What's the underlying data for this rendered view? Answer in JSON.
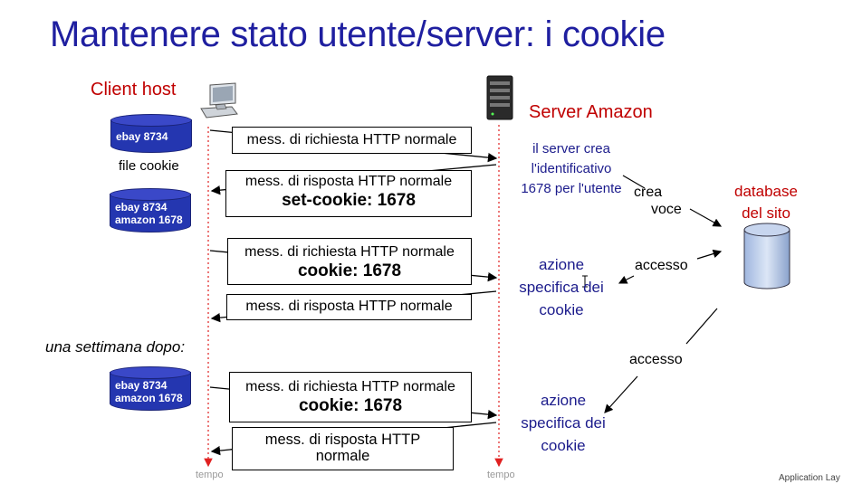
{
  "title": "Mantenere stato utente/server: i cookie",
  "client_label": "Client host",
  "server_label": "Server Amazon",
  "cookie_file_label": "file cookie",
  "one_week_later": "una settimana dopo:",
  "db_labels": {
    "db1": "ebay 8734",
    "db2_line1": "ebay 8734",
    "db2_line2": "amazon 1678",
    "db3_line1": "ebay 8734",
    "db3_line2": "amazon 1678"
  },
  "messages": {
    "m1": "mess. di richiesta HTTP normale",
    "m2_line1": "mess. di risposta HTTP normale",
    "m2_line2": "set-cookie: 1678",
    "m3_line1": "mess. di richiesta HTTP normale",
    "m3_line2": "cookie: 1678",
    "m4": "mess. di risposta HTTP normale",
    "m5_line1": "mess. di richiesta HTTP normale",
    "m5_line2": "cookie: 1678",
    "m6_line1": "mess. di risposta HTTP",
    "m6_line2": "normale"
  },
  "server_notes": {
    "create_line1": "il server crea",
    "create_line2": "l'identificativo",
    "create_line3": "1678 per l'utente",
    "action1_line1": "azione",
    "action1_line2": "specifica dei",
    "action1_line3": "cookie",
    "action2_line1": "azione",
    "action2_line2": "specifica dei",
    "action2_line3": "cookie"
  },
  "arrow_labels": {
    "crea": "crea",
    "voce": "voce",
    "accesso1": "accesso",
    "accesso2": "accesso"
  },
  "database_label_line1": "database",
  "database_label_line2": "del sito",
  "time_label_client": "tempo",
  "time_label_server": "tempo",
  "footer": "Application Lay",
  "colors": {
    "title": "#1f1fa0",
    "red_label": "#c00000",
    "navy_text": "#1c1c8c",
    "timeline": "#e02020",
    "cookie_db": "#2436b0"
  }
}
